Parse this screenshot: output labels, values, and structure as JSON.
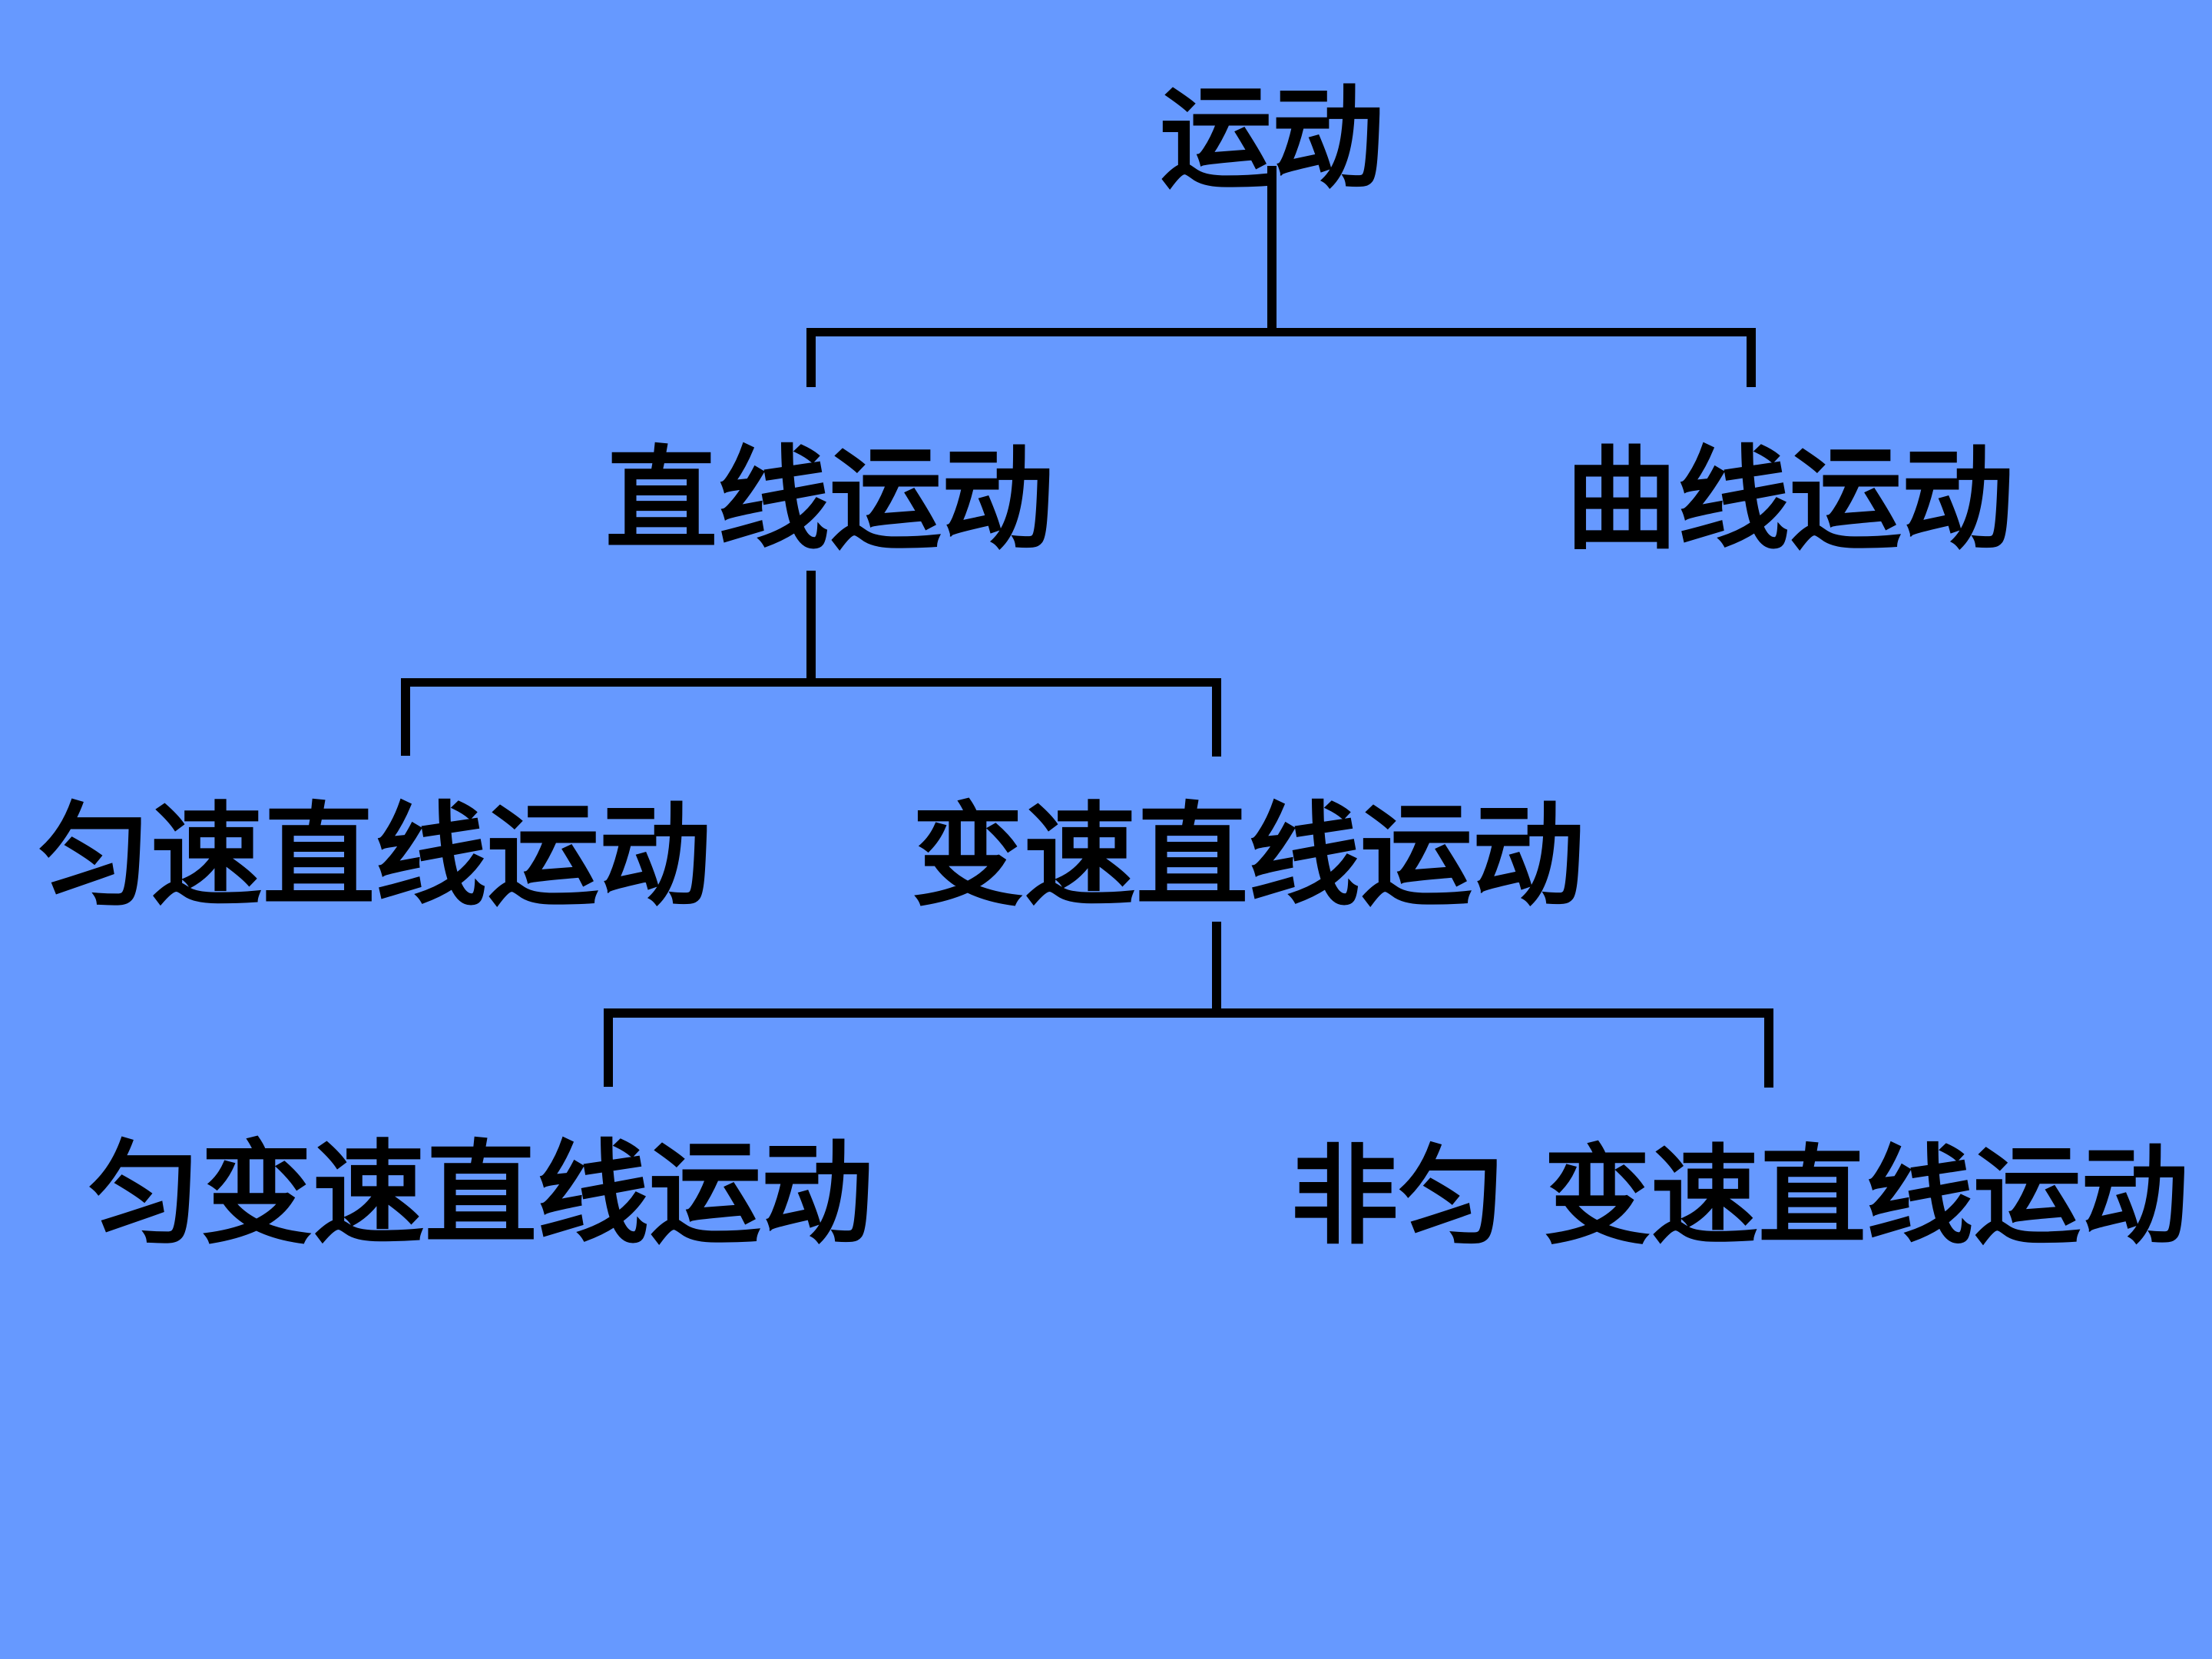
{
  "diagram": {
    "type": "tree",
    "background_color": "#6699FF",
    "line_color": "#000000",
    "text_color": "#000000",
    "nodes": {
      "root": "运动",
      "linear": "直线运动",
      "curvilinear": "曲线运动",
      "uniform_linear": "匀速直线运动",
      "variable_linear": "变速直线运动",
      "uniformly_variable_linear": "匀变速直线运动",
      "non_uniformly_variable_linear": "非匀 变速直线运动"
    },
    "tree": {
      "label": "运动",
      "children": [
        {
          "label": "直线运动",
          "children": [
            {
              "label": "匀速直线运动"
            },
            {
              "label": "变速直线运动",
              "children": [
                {
                  "label": "匀变速直线运动"
                },
                {
                  "label": "非匀 变速直线运动"
                }
              ]
            }
          ]
        },
        {
          "label": "曲线运动"
        }
      ]
    }
  }
}
